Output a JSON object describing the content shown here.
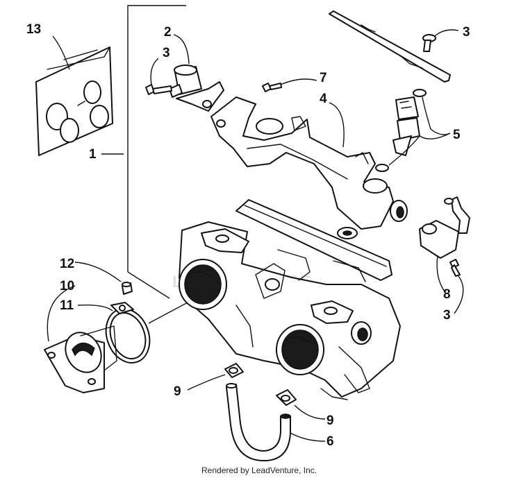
{
  "diagram": {
    "callouts": {
      "c1": "1",
      "c2": "2",
      "c3a": "3",
      "c3b": "3",
      "c3c": "3",
      "c4": "4",
      "c5": "5",
      "c6": "6",
      "c7": "7",
      "c8": "8",
      "c9a": "9",
      "c9b": "9",
      "c10": "10",
      "c11": "11",
      "c12": "12",
      "c13": "13"
    },
    "watermark": "LEADVENTURE",
    "footer": "Rendered by LeadVenture, Inc.",
    "line_color": "#111111",
    "background": "#ffffff"
  }
}
